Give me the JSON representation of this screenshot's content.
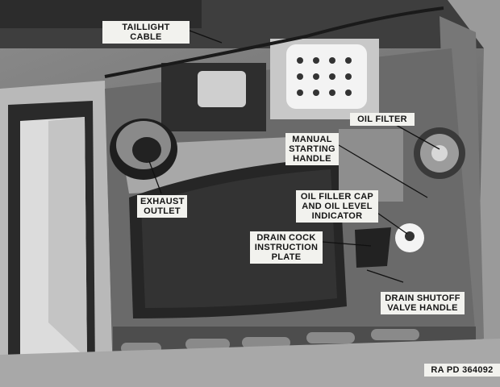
{
  "labels": {
    "taillight_cable": "TAILLIGHT CABLE",
    "oil_filter": "OIL FILTER",
    "manual_starting_handle": "MANUAL\nSTARTING\nHANDLE",
    "exhaust_outlet": "EXHAUST\nOUTLET",
    "oil_filler_cap": "OIL FILLER CAP\nAND OIL LEVEL\nINDICATOR",
    "drain_cock_plate": "DRAIN COCK\nINSTRUCTION\nPLATE",
    "drain_shutoff_valve": "DRAIN SHUTOFF\nVALVE HANDLE",
    "figure_ref": "RA PD 364092"
  }
}
